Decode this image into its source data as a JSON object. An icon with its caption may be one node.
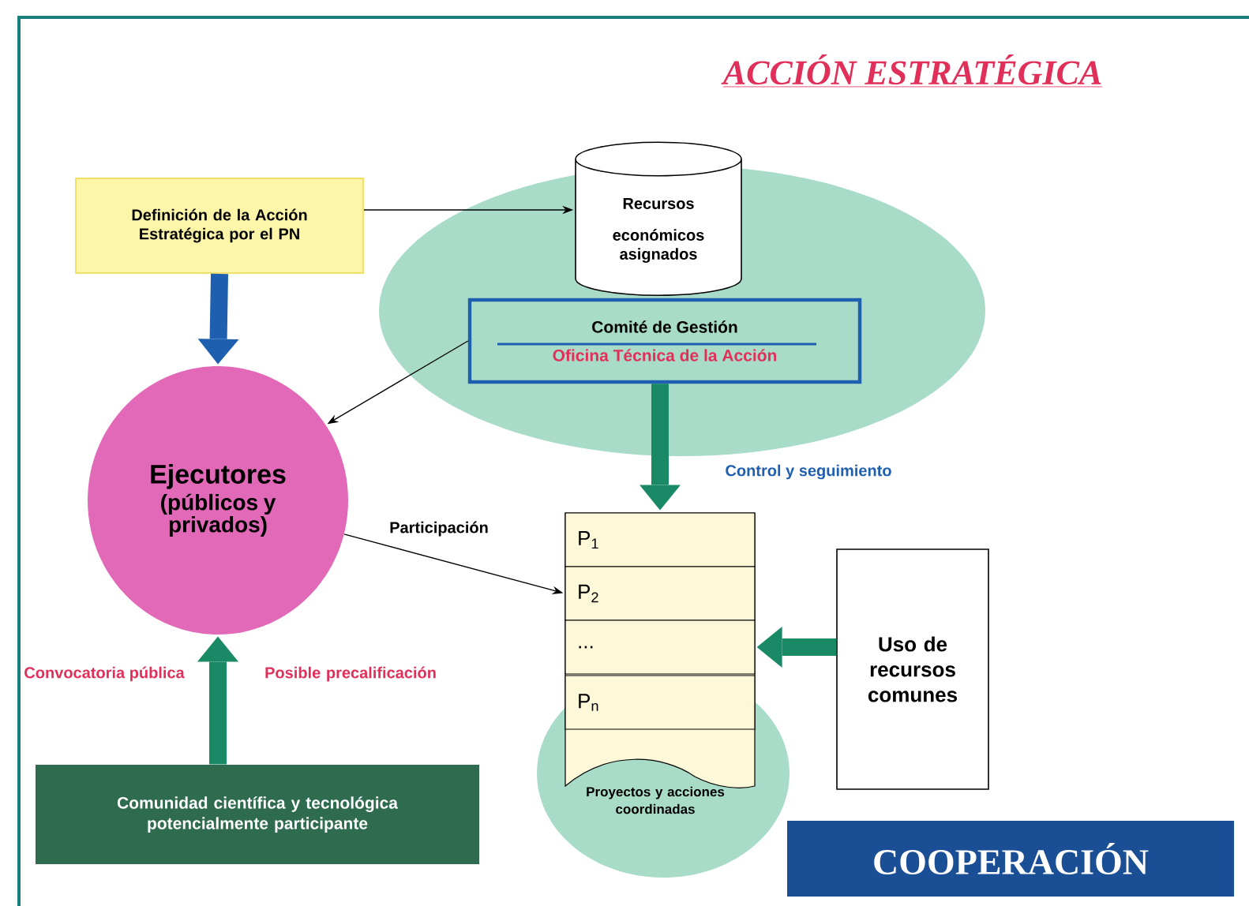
{
  "diagram": {
    "title": "ACCIÓN ESTRATÉGICA",
    "nodes": [
      {
        "text": [
          "Definición de la Acción Estratégica por el PN"
        ]
      },
      {
        "text": [
          "Recursos económicos asignados"
        ]
      },
      {
        "text": [
          "Comité de Gestión",
          "Oficina Técnica de la Acción"
        ]
      },
      {
        "text": [
          "Ejecutores",
          "(públicos y privados)"
        ]
      },
      {
        "text": [
          "Proyectos y acciones coordinadas"
        ]
      },
      {
        "text": [
          "P$_{1}$"
        ],
        "in": 4
      },
      {
        "text": [
          "P$_{2}$"
        ],
        "in": 4
      },
      {
        "text": [
          "..."
        ],
        "in": 4
      },
      {
        "text": [
          "P$_{n}$"
        ],
        "in": 4
      },
      {
        "text": [
          "Uso de recursos comunes"
        ]
      },
      {
        "text": [
          "Comunidad científica y tecnológica potencialmente participante"
        ]
      }
    ],
    "edges": [
      {
        "from": 0,
        "to": 1,
        "arrow": "to"
      },
      {
        "from": 2,
        "to": 3,
        "arrow": "to"
      },
      {
        "from": 0,
        "to": 3,
        "arrow": "to",
        "color": "#1f5fb0"
      },
      {
        "from": 2,
        "to": 4,
        "arrow": "to",
        "color": "#1a8a66",
        "label": "Control y seguimiento"
      },
      {
        "from": 3,
        "to": 6,
        "arrow": "to",
        "label": "Participación"
      },
      {
        "from": 9,
        "to": 7,
        "arrow": "to",
        "color": "#1a8a66"
      },
      {
        "from": 10,
        "to": 3,
        "arrow": "to",
        "color": "#1a8a66"
      }
    ],
    "labels": [
      "Convocatoria pública",
      "Posible precalificación",
      "COOPERACIÓN"
    ]
  }
}
